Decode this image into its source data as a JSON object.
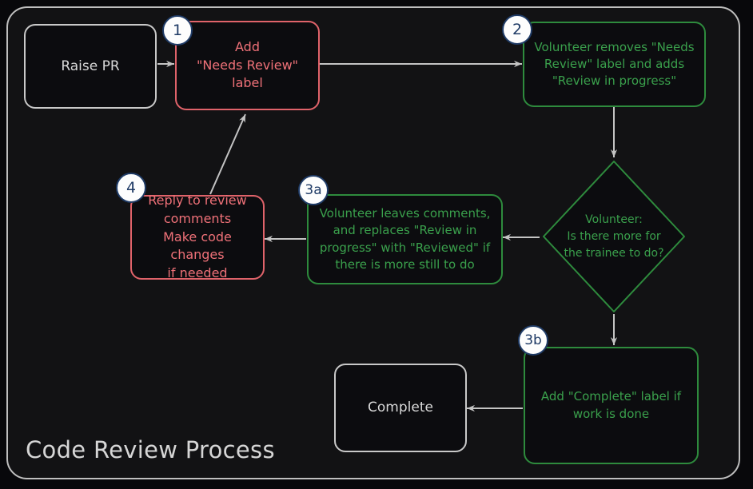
{
  "diagram": {
    "title": "Code Review Process",
    "colors": {
      "background": "#08080b",
      "panel": "#121214",
      "frame_border": "#bfbfbf",
      "neutral": "#c9c9c9",
      "red": "#e0636a",
      "green": "#2e8b3d",
      "badge_fill": "#fdfdfd",
      "badge_border": "#1f3b66",
      "edge": "#c4c4c4"
    },
    "nodes": [
      {
        "id": "raise-pr",
        "label": "Raise PR",
        "kind": "neutral",
        "shape": "rounded-rect",
        "badge": null
      },
      {
        "id": "add-needs-review",
        "label": "Add\n\"Needs Review\"\nlabel",
        "kind": "red",
        "shape": "rounded-rect",
        "badge": "1"
      },
      {
        "id": "volunteer-removes",
        "label": "Volunteer removes \"Needs\nReview\" label and adds\n\"Review in progress\"",
        "kind": "green",
        "shape": "rounded-rect",
        "badge": "2"
      },
      {
        "id": "decision-more-work",
        "label": "Volunteer:\nIs there more for\nthe trainee to do?",
        "kind": "green",
        "shape": "diamond",
        "badge": null
      },
      {
        "id": "volunteer-leaves-comments",
        "label": "Volunteer leaves comments,\nand replaces \"Review in\nprogress\" with \"Reviewed\" if\nthere is more still to do",
        "kind": "green",
        "shape": "rounded-rect",
        "badge": "3a"
      },
      {
        "id": "reply-to-review",
        "label": "Reply to review\ncomments\nMake code changes\nif needed",
        "kind": "red",
        "shape": "rounded-rect",
        "badge": "4"
      },
      {
        "id": "add-complete-label",
        "label": "Add \"Complete\" label if\nwork is done",
        "kind": "green",
        "shape": "rounded-rect",
        "badge": "3b"
      },
      {
        "id": "complete",
        "label": "Complete",
        "kind": "neutral",
        "shape": "rounded-rect",
        "badge": null
      }
    ],
    "badges": {
      "step1": "1",
      "step2": "2",
      "step3a": "3a",
      "step3b": "3b",
      "step4": "4"
    },
    "edges": [
      {
        "from": "raise-pr",
        "to": "add-needs-review",
        "direction": "right"
      },
      {
        "from": "add-needs-review",
        "to": "volunteer-removes",
        "direction": "right"
      },
      {
        "from": "volunteer-removes",
        "to": "decision-more-work",
        "direction": "down"
      },
      {
        "from": "decision-more-work",
        "to": "volunteer-leaves-comments",
        "direction": "left"
      },
      {
        "from": "decision-more-work",
        "to": "add-complete-label",
        "direction": "down"
      },
      {
        "from": "volunteer-leaves-comments",
        "to": "reply-to-review",
        "direction": "left"
      },
      {
        "from": "reply-to-review",
        "to": "add-needs-review",
        "direction": "up-right-diagonal"
      },
      {
        "from": "add-complete-label",
        "to": "complete",
        "direction": "left"
      }
    ]
  }
}
